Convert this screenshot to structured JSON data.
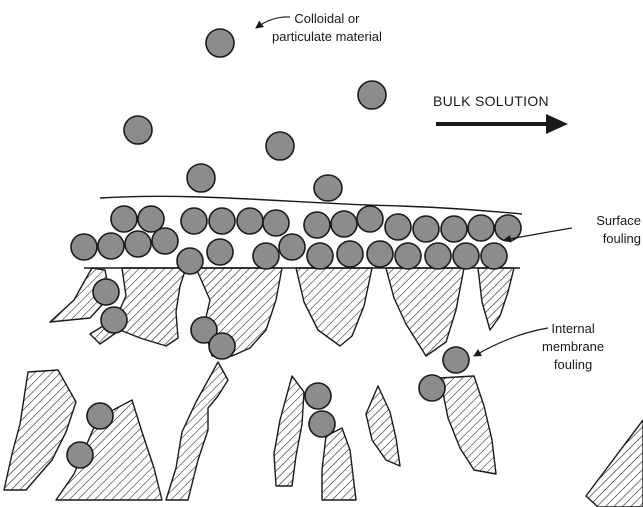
{
  "labels": {
    "colloid": {
      "line1": "Colloidal or",
      "line2": "particulate material"
    },
    "bulk": "BULK SOLUTION",
    "surface": {
      "line1": "Surface",
      "line2": "fouling"
    },
    "internal": {
      "line1": "Internal",
      "line2": "membrane",
      "line3": "fouling"
    }
  },
  "colors": {
    "particle_fill": "#8c8c8c",
    "ink": "#1a1a1a",
    "background": "#ffffff"
  }
}
